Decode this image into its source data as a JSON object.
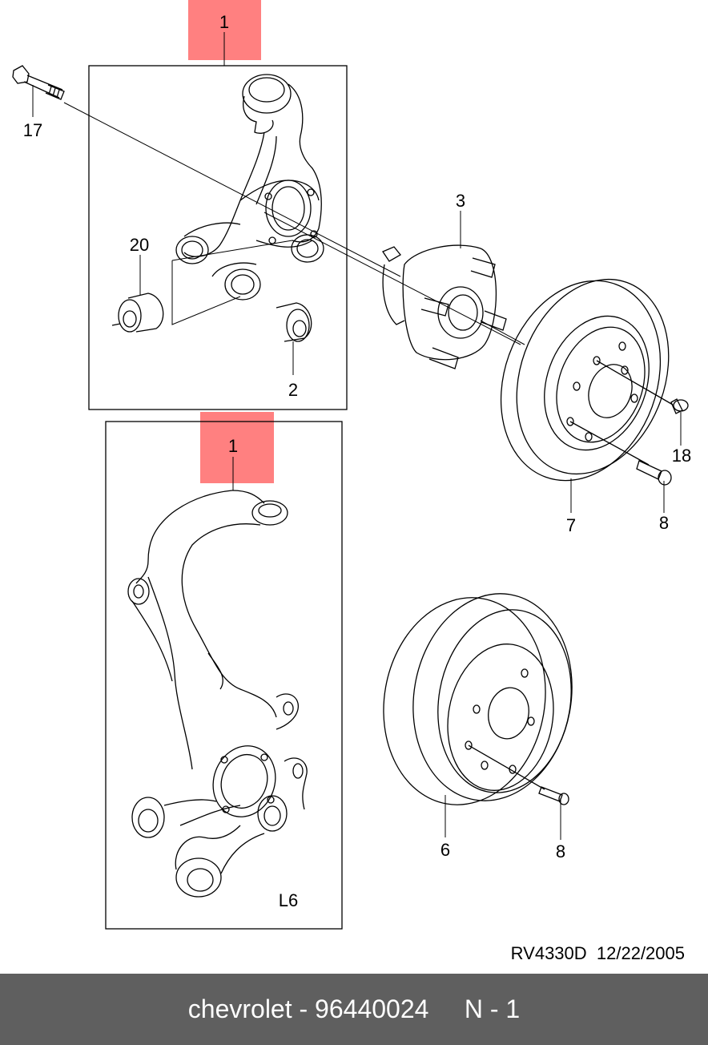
{
  "callouts": {
    "knuckle_top": "1",
    "knuckle_bottom": "1",
    "bolt": "17",
    "bushing_left": "20",
    "bushing_right": "2",
    "hub": "3",
    "disc": "7",
    "screw_disc": "8",
    "cap": "18",
    "drum": "6",
    "screw_drum": "8"
  },
  "variant_label": "L6",
  "drawing_ref": "RV4330D  12/22/2005",
  "footer": {
    "text": "chevrolet - 96440024     N - 1"
  },
  "colors": {
    "highlight": "#ff8080",
    "footer_bg": "#5f5f5f",
    "footer_text": "#ffffff"
  }
}
